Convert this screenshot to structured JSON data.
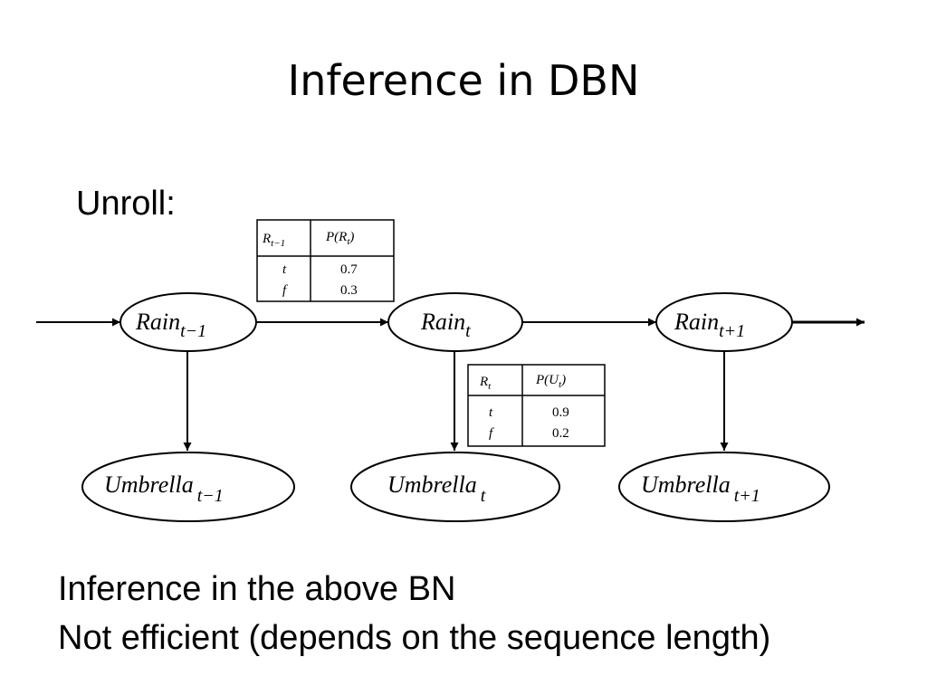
{
  "slide": {
    "title": "Inference in DBN",
    "unroll_label": "Unroll:",
    "bullets": [
      "Inference in the above BN",
      "Not efficient (depends on the sequence length)"
    ]
  },
  "diagram": {
    "rain_nodes": [
      {
        "base": "Rain",
        "sub": "t−1"
      },
      {
        "base": "Rain",
        "sub": "t"
      },
      {
        "base": "Rain",
        "sub": "t+1"
      }
    ],
    "umbrella_nodes": [
      {
        "base": "Umbrella",
        "sub": "t−1"
      },
      {
        "base": "Umbrella",
        "sub": "t"
      },
      {
        "base": "Umbrella",
        "sub": "t+1"
      }
    ],
    "transition_table": {
      "headers": [
        "R",
        "t−1",
        "P(R",
        "t",
        ")"
      ],
      "rows": [
        [
          "t",
          "0.7"
        ],
        [
          "f",
          "0.3"
        ]
      ]
    },
    "sensor_table": {
      "headers": [
        "R",
        "t",
        "P(U",
        "t",
        ")"
      ],
      "rows": [
        [
          "t",
          "0.9"
        ],
        [
          "f",
          "0.2"
        ]
      ]
    }
  }
}
